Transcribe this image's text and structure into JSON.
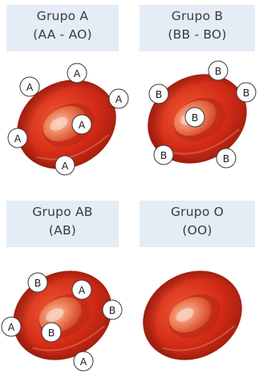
{
  "groups": {
    "a": {
      "title": "Grupo A",
      "genotype": "(AA - AO)",
      "antigens": [
        "A",
        "A",
        "A",
        "A",
        "A",
        "A"
      ]
    },
    "b": {
      "title": "Grupo B",
      "genotype": "(BB - BO)",
      "antigens": [
        "B",
        "B",
        "B",
        "B",
        "B",
        "B"
      ]
    },
    "ab": {
      "title": "Grupo AB",
      "genotype": "(AB)",
      "antigens": [
        "B",
        "A",
        "B",
        "A",
        "B",
        "A"
      ]
    },
    "o": {
      "title": "Grupo O",
      "genotype": "(OO)",
      "antigens": []
    }
  },
  "colors": {
    "header_bg": "#e4ecf6",
    "cell_red": "#d42b17",
    "cell_dark": "#9a1a0c",
    "cell_highlight": "#f5a186",
    "antigen_fill": "#ffffff",
    "antigen_stroke": "#3a3a3a"
  }
}
